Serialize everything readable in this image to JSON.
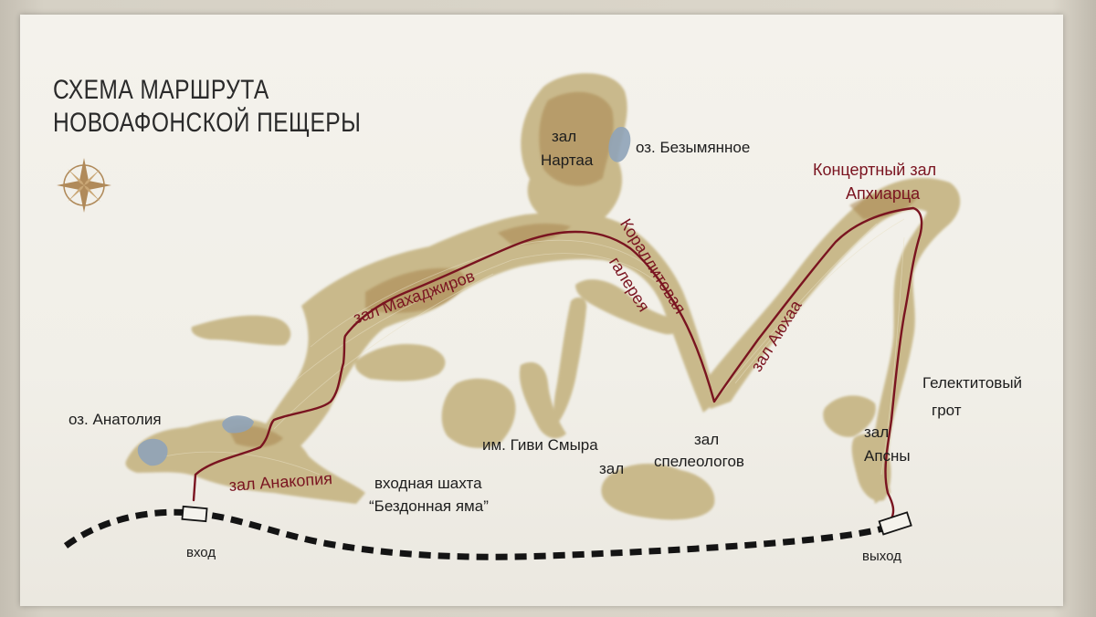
{
  "title": {
    "line1": "СХЕМА МАРШРУТА",
    "line2": "НОВОАФОНСКОЙ ПЕЩЕРЫ"
  },
  "route_labels": {
    "makhadzhirov": "зал Махаджиров",
    "coral1": "Кораллитовая",
    "coral2": "галерея",
    "ayukhaa": "зал Аюхаа",
    "concert1": "Концертный зал",
    "concert2": "Апхиарца",
    "anakopia": "зал Анакопия"
  },
  "place_labels": {
    "nartaa1": "зал",
    "nartaa2": "Нартаа",
    "lake_nameless": "оз. Безымянное",
    "lake_anatolia": "оз. Анатолия",
    "shaft1": "входная шахта",
    "shaft2": "“Бездонная яма”",
    "smyr1": "им. Гиви Смыра",
    "smyr2": "зал",
    "speleo1": "зал",
    "speleo2": "спелеологов",
    "gelek1": "Гелектитовый",
    "gelek2": "грот",
    "apsny1": "зал",
    "apsny2": "Апсны",
    "entrance": "вход",
    "exit": "выход"
  },
  "colors": {
    "cave_fill": "#c6b584",
    "cave_dark": "#a98650",
    "route_line": "#7a1420",
    "lake": "#8fa3b8",
    "rail": "#141414"
  },
  "icons": {
    "compass": "compass-rose-icon"
  }
}
